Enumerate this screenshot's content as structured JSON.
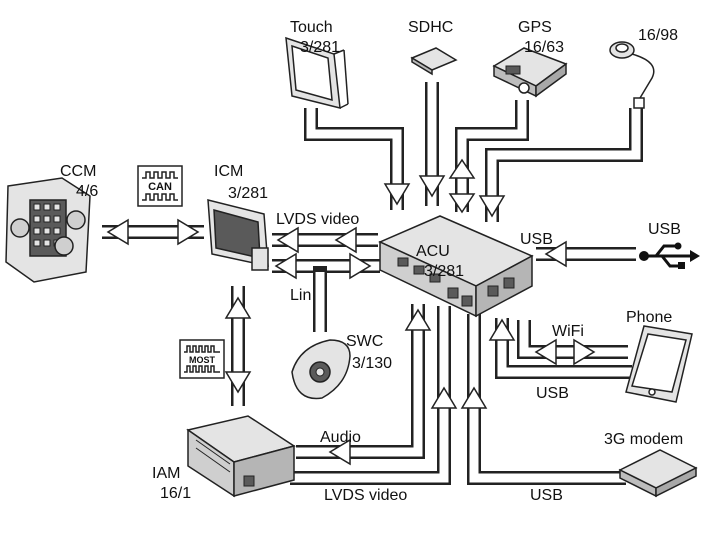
{
  "labels": {
    "touch": "Touch",
    "touch_num": "3/281",
    "sdhc": "SDHC",
    "gps": "GPS",
    "gps_num": "16/63",
    "ant_num": "16/98",
    "ccm": "CCM",
    "ccm_num": "4/6",
    "icm": "ICM",
    "icm_num": "3/281",
    "lvds_video_top": "LVDS video",
    "lin": "Lin",
    "acu": "ACU",
    "acu_num": "3/281",
    "usb_right": "USB",
    "usb_icon_label": "USB",
    "wifi": "WiFi",
    "phone": "Phone",
    "usb_mid": "USB",
    "swc": "SWC",
    "swc_num": "3/130",
    "modem": "3G modem",
    "audio": "Audio",
    "iam": "IAM",
    "iam_num": "16/1",
    "lvds_video_bottom": "LVDS video",
    "usb_bottom": "USB",
    "can_badge": "CAN",
    "most_badge": "MOST"
  },
  "colors": {
    "line": "#222222",
    "device_fill": "#e4e4e4",
    "device_dark": "#5a5a5a",
    "background": "#ffffff"
  }
}
